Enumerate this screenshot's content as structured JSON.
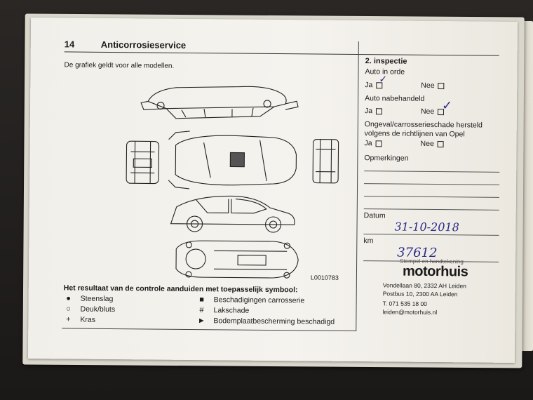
{
  "header": {
    "page_number": "14",
    "title": "Anticorrosieservice"
  },
  "intro": "De grafiek geldt voor alle modellen.",
  "diagram_code": "L0010783",
  "legend": {
    "title": "Het resultaat van de controle aanduiden met toepasselijk symbool:",
    "items": [
      {
        "symbol": "●",
        "label": "Steenslag"
      },
      {
        "symbol": "■",
        "label": "Beschadigingen carrosserie"
      },
      {
        "symbol": "○",
        "label": "Deuk/bluts"
      },
      {
        "symbol": "#",
        "label": "Lakschade"
      },
      {
        "symbol": "+",
        "label": "Kras"
      },
      {
        "symbol": "►",
        "label": "Bodemplaatbescherming beschadigd"
      }
    ]
  },
  "inspection": {
    "heading": "2. inspectie",
    "q1": {
      "label": "Auto in orde",
      "yes": "Ja",
      "no": "Nee"
    },
    "q2": {
      "label": "Auto nabehandeld",
      "yes": "Ja",
      "no": "Nee"
    },
    "q3": {
      "label": "Ongeval/carrosserieschade hersteld",
      "label2": "volgens de richtlijnen van Opel",
      "yes": "Ja",
      "no": "Nee"
    },
    "remarks_label": "Opmerkingen",
    "date_label": "Datum",
    "date_value": "31-10-2018",
    "km_label": "km",
    "km_value": "37612"
  },
  "stamp": {
    "caption": "Stempel en handtekening",
    "name": "motorhuis",
    "address": "Vondellaan 80, 2332 AH Leiden",
    "postbus": "Postbus 10, 2300 AA Leiden",
    "phone": "T. 071 535 18 00",
    "email": "leiden@motorhuis.nl"
  }
}
